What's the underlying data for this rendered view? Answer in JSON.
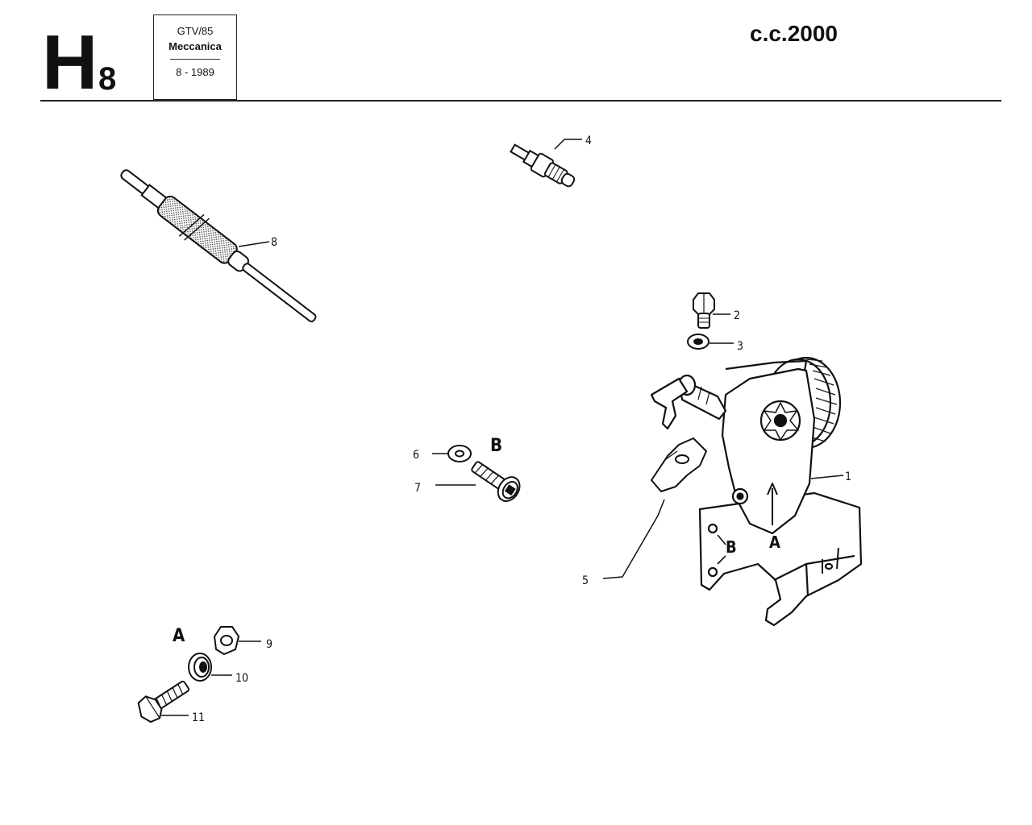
{
  "header": {
    "section_letter": "H",
    "section_number": "8",
    "model": "GTV/85",
    "group": "Meccanica",
    "date": "8 - 1989",
    "engine": "c.c.2000"
  },
  "parts": {
    "p1": "1",
    "p2": "2",
    "p3": "3",
    "p4": "4",
    "p5": "5",
    "p6": "6",
    "p7": "7",
    "p8": "8",
    "p9": "9",
    "p10": "10",
    "p11": "11"
  },
  "callouts": {
    "a_main": "A",
    "b_main": "B",
    "b_group": "B",
    "a_group": "A"
  }
}
